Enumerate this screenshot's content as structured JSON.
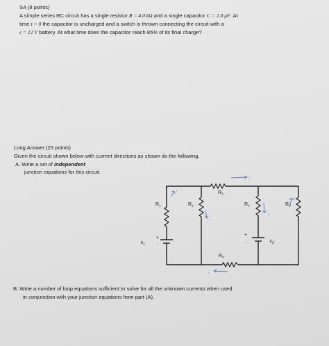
{
  "sa": {
    "header": "SA (8 points)",
    "l1a": "A simple series RC circuit has a single resistor",
    "l1r": "R = 4.0 kΩ",
    "l1b": "and a single capacitor",
    "l1c": "C = 2.0 μF",
    "l1d": ". At",
    "l2a": "time",
    "l2t": "t = 0",
    "l2b": "the capacitor is uncharged and a switch is thrown connecting the circuit with a",
    "l3e": "ε = 12 V",
    "l3b": "battery. At what time does the capacitor reach 85% of its final charge?"
  },
  "long": {
    "header": "Long Answer (25 points)",
    "intro": "Given the circuit shown below with current directions as shown do the following.",
    "a_prefix": "A.  Write a set of",
    "a_emph": "independent",
    "a_line2": "junction equations for this circuit.",
    "b_line1": "B.  Write a number of loop equations sufficient to solve for all the unknown currents when used",
    "b_line2": "in conjunction with your junction equations from part (A)."
  },
  "circuit": {
    "r1": "R",
    "r1_sub": "1",
    "r2": "R",
    "r2_sub": "2",
    "r3": "R",
    "r3_sub": "3",
    "r4": "R",
    "r4_sub": "4",
    "r5": "R",
    "r5_sub": "5",
    "r6": "R",
    "r6_sub": "6",
    "e1": "ϵ",
    "e1_sub": "1",
    "e2": "ϵ",
    "e2_sub": "2",
    "plus": "+",
    "minus": "-",
    "currents": [
      "I",
      "I",
      "I",
      "I",
      "I",
      "I"
    ]
  }
}
